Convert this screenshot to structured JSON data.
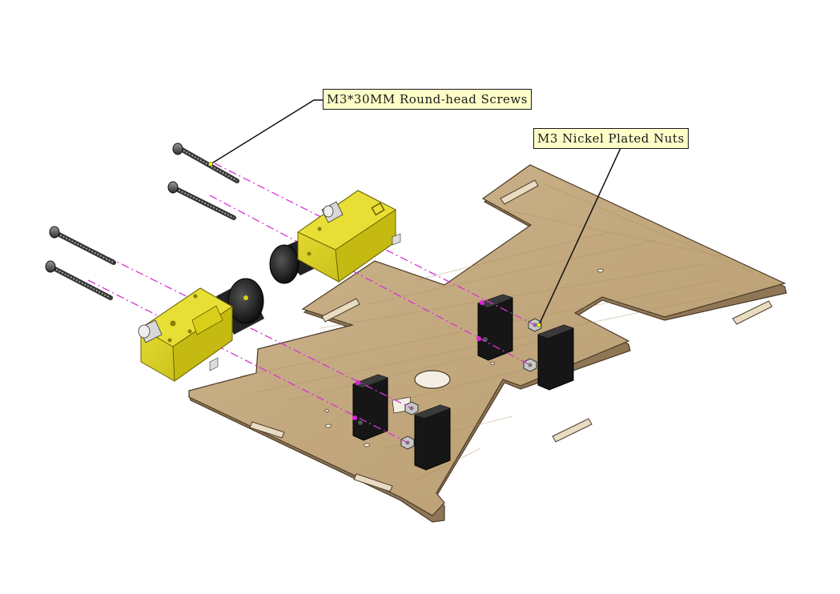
{
  "callouts": {
    "screws": {
      "text": "M3*30MM Round-head Screws"
    },
    "nuts": {
      "text": "M3 Nickel Plated Nuts"
    }
  },
  "colors": {
    "wood": "#c4ab82",
    "wood_edge": "#7a6448",
    "motor_yellow": "#d9cf1a",
    "motor_dark": "#2b2b2b",
    "bracket_black": "#161616",
    "guide_line": "#d633d6",
    "callout_fill": "#fdfdc8",
    "leader_dot": "#ffff00"
  },
  "parts": [
    "screw",
    "nut",
    "tt-gear-motor",
    "motor-bracket",
    "chassis-plate"
  ]
}
